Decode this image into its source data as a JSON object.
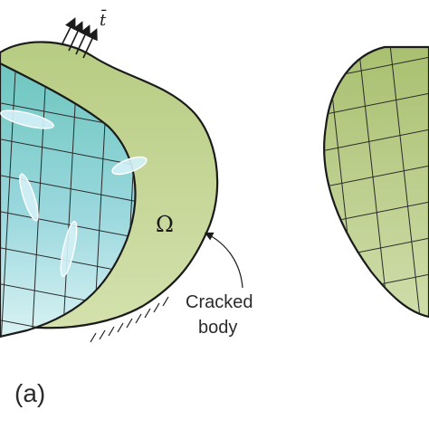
{
  "labels": {
    "traction": "t̄",
    "domain": "Ω",
    "cracked_line1": "Cracked",
    "cracked_line2": "body",
    "panel": "(a)"
  },
  "colors": {
    "body_green": "#c6d79a",
    "body_green_light": "#d7e3b2",
    "mesh_blue": "#8fd2da",
    "mesh_blue_light": "#cdeef0",
    "outline": "#1b1b1b",
    "crack_fill": "#c9ecf5",
    "text": "#2b2b2b"
  }
}
